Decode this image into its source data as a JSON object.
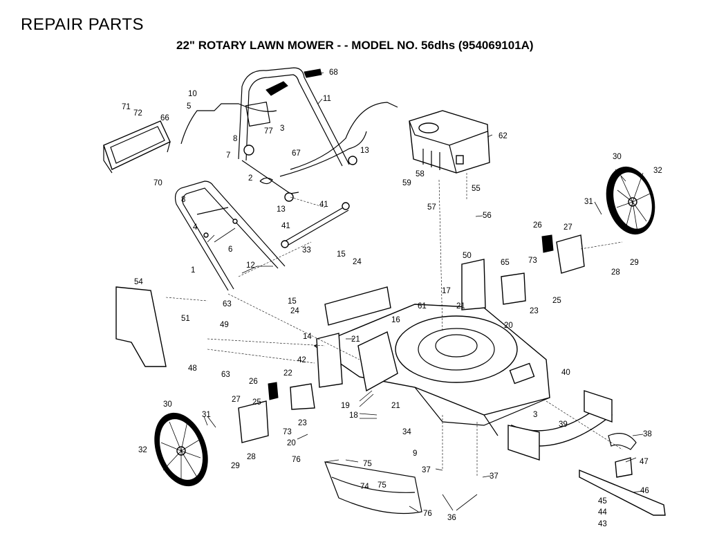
{
  "header": {
    "title": "REPAIR PARTS",
    "subtitle": "22\" ROTARY LAWN MOWER - - MODEL NO. 56dhs (954069101A)"
  },
  "part_labels": [
    {
      "id": "p68",
      "text": "68"
    },
    {
      "id": "p11",
      "text": "11"
    },
    {
      "id": "p10",
      "text": "10"
    },
    {
      "id": "p5",
      "text": "5"
    },
    {
      "id": "p71",
      "text": "71"
    },
    {
      "id": "p72",
      "text": "72"
    },
    {
      "id": "p66",
      "text": "66"
    },
    {
      "id": "p77",
      "text": "77"
    },
    {
      "id": "p3a",
      "text": "3"
    },
    {
      "id": "p8a",
      "text": "8"
    },
    {
      "id": "p7",
      "text": "7"
    },
    {
      "id": "p67",
      "text": "67"
    },
    {
      "id": "p13a",
      "text": "13"
    },
    {
      "id": "p62",
      "text": "62"
    },
    {
      "id": "p70",
      "text": "70"
    },
    {
      "id": "p2",
      "text": "2"
    },
    {
      "id": "p13b",
      "text": "13"
    },
    {
      "id": "p58",
      "text": "58"
    },
    {
      "id": "p59",
      "text": "59"
    },
    {
      "id": "p30a",
      "text": "30"
    },
    {
      "id": "p32a",
      "text": "32"
    },
    {
      "id": "p55",
      "text": "55"
    },
    {
      "id": "p8b",
      "text": "8"
    },
    {
      "id": "p41a",
      "text": "41"
    },
    {
      "id": "p57",
      "text": "57"
    },
    {
      "id": "p56",
      "text": "56"
    },
    {
      "id": "p31a",
      "text": "31"
    },
    {
      "id": "p4",
      "text": "4"
    },
    {
      "id": "p41b",
      "text": "41"
    },
    {
      "id": "p6",
      "text": "6"
    },
    {
      "id": "p33",
      "text": "33"
    },
    {
      "id": "p26a",
      "text": "26"
    },
    {
      "id": "p27a",
      "text": "27"
    },
    {
      "id": "p1",
      "text": "1"
    },
    {
      "id": "p12",
      "text": "12"
    },
    {
      "id": "p15a",
      "text": "15"
    },
    {
      "id": "p24a",
      "text": "24"
    },
    {
      "id": "p50",
      "text": "50"
    },
    {
      "id": "p65",
      "text": "65"
    },
    {
      "id": "p73a",
      "text": "73"
    },
    {
      "id": "p29a",
      "text": "29"
    },
    {
      "id": "p28a",
      "text": "28"
    },
    {
      "id": "p54",
      "text": "54"
    },
    {
      "id": "p63a",
      "text": "63"
    },
    {
      "id": "p15b",
      "text": "15"
    },
    {
      "id": "p24b",
      "text": "24"
    },
    {
      "id": "p61",
      "text": "61"
    },
    {
      "id": "p17",
      "text": "17"
    },
    {
      "id": "p21a",
      "text": "21"
    },
    {
      "id": "p23a",
      "text": "23"
    },
    {
      "id": "p25a",
      "text": "25"
    },
    {
      "id": "p51",
      "text": "51"
    },
    {
      "id": "p49",
      "text": "49"
    },
    {
      "id": "p16",
      "text": "16"
    },
    {
      "id": "p20a",
      "text": "20"
    },
    {
      "id": "p14",
      "text": "14"
    },
    {
      "id": "p21b",
      "text": "21"
    },
    {
      "id": "p42",
      "text": "42"
    },
    {
      "id": "p48",
      "text": "48"
    },
    {
      "id": "p63b",
      "text": "63"
    },
    {
      "id": "p40",
      "text": "40"
    },
    {
      "id": "p22",
      "text": "22"
    },
    {
      "id": "p26b",
      "text": "26"
    },
    {
      "id": "p19",
      "text": "19"
    },
    {
      "id": "p30b",
      "text": "30"
    },
    {
      "id": "p27b",
      "text": "27"
    },
    {
      "id": "p25b",
      "text": "25"
    },
    {
      "id": "p18",
      "text": "18"
    },
    {
      "id": "p21c",
      "text": "21"
    },
    {
      "id": "p31b",
      "text": "31"
    },
    {
      "id": "p23b",
      "text": "23"
    },
    {
      "id": "p73b",
      "text": "73"
    },
    {
      "id": "p3b",
      "text": "3"
    },
    {
      "id": "p39",
      "text": "39"
    },
    {
      "id": "p34",
      "text": "34"
    },
    {
      "id": "p38",
      "text": "38"
    },
    {
      "id": "p20b",
      "text": "20"
    },
    {
      "id": "p32b",
      "text": "32"
    },
    {
      "id": "p28b",
      "text": "28"
    },
    {
      "id": "p29b",
      "text": "29"
    },
    {
      "id": "p9",
      "text": "9"
    },
    {
      "id": "p76a",
      "text": "76"
    },
    {
      "id": "p75a",
      "text": "75"
    },
    {
      "id": "p47",
      "text": "47"
    },
    {
      "id": "p37a",
      "text": "37"
    },
    {
      "id": "p37b",
      "text": "37"
    },
    {
      "id": "p74",
      "text": "74"
    },
    {
      "id": "p75b",
      "text": "75"
    },
    {
      "id": "p46",
      "text": "46"
    },
    {
      "id": "p45",
      "text": "45"
    },
    {
      "id": "p76b",
      "text": "76"
    },
    {
      "id": "p36",
      "text": "36"
    },
    {
      "id": "p44",
      "text": "44"
    },
    {
      "id": "p43",
      "text": "43"
    }
  ]
}
